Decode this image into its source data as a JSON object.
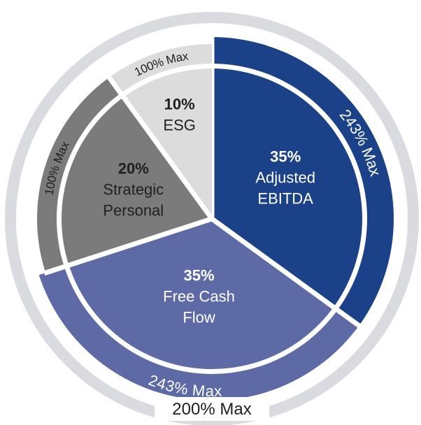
{
  "chart_data": {
    "type": "pie",
    "total_max_label": "200% Max",
    "segments": [
      {
        "key": "ebitda",
        "percent_label": "35%",
        "name_lines": [
          "Adjusted",
          "EBITDA"
        ],
        "value": 35,
        "max_label": "243% Max",
        "outer_ring": 243,
        "color": "#1b4288",
        "text_color": "#ffffff",
        "max_text_color": "#ffffff"
      },
      {
        "key": "fcf",
        "percent_label": "35%",
        "name_lines": [
          "Free Cash",
          "Flow"
        ],
        "value": 35,
        "max_label": "243% Max",
        "outer_ring": 243,
        "color": "#5d6aa6",
        "text_color": "#ffffff",
        "max_text_color": "#ffffff"
      },
      {
        "key": "strategic",
        "percent_label": "20%",
        "name_lines": [
          "Strategic",
          "Personal"
        ],
        "value": 20,
        "max_label": "100% Max",
        "outer_ring": 100,
        "color": "#7b7b7b",
        "text_color": "#1f1f1f",
        "max_text_color": "#1f1f1f"
      },
      {
        "key": "esg",
        "percent_label": "10%",
        "name_lines": [
          "ESG"
        ],
        "value": 10,
        "max_label": "100% Max",
        "outer_ring": 100,
        "color": "#dcdcdc",
        "text_color": "#1f1f1f",
        "max_text_color": "#1f1f1f"
      }
    ],
    "colors": {
      "outer_ring": "#d9dbe0",
      "separator": "#ffffff",
      "total_text": "#1f1f1f"
    }
  }
}
